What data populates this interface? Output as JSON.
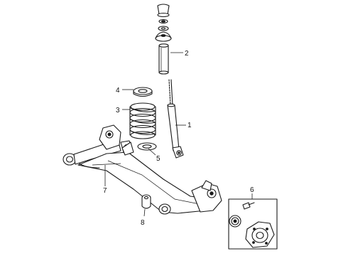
{
  "diagram": {
    "callouts": [
      {
        "id": "1",
        "label": "1"
      },
      {
        "id": "2",
        "label": "2"
      },
      {
        "id": "3",
        "label": "3"
      },
      {
        "id": "4",
        "label": "4"
      },
      {
        "id": "5",
        "label": "5"
      },
      {
        "id": "6",
        "label": "6"
      },
      {
        "id": "7",
        "label": "7"
      },
      {
        "id": "8",
        "label": "8"
      }
    ],
    "parts": [
      {
        "callout": "1",
        "name": "shock-absorber"
      },
      {
        "callout": "2",
        "name": "dust-boot"
      },
      {
        "callout": "3",
        "name": "coil-spring"
      },
      {
        "callout": "4",
        "name": "upper-spring-insulator"
      },
      {
        "callout": "5",
        "name": "lower-spring-insulator"
      },
      {
        "callout": "6",
        "name": "hub-bearing-assembly"
      },
      {
        "callout": "7",
        "name": "rear-axle-beam"
      },
      {
        "callout": "8",
        "name": "axle-bushing"
      }
    ]
  }
}
